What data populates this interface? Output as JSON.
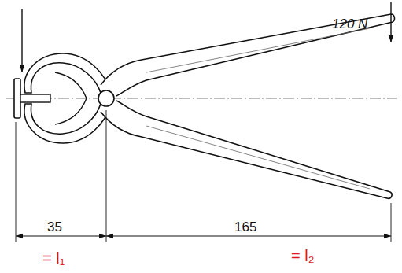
{
  "diagram": {
    "labels": [
      "120 N",
      "35",
      "165",
      "= l₁",
      "= l₂"
    ]
  }
}
